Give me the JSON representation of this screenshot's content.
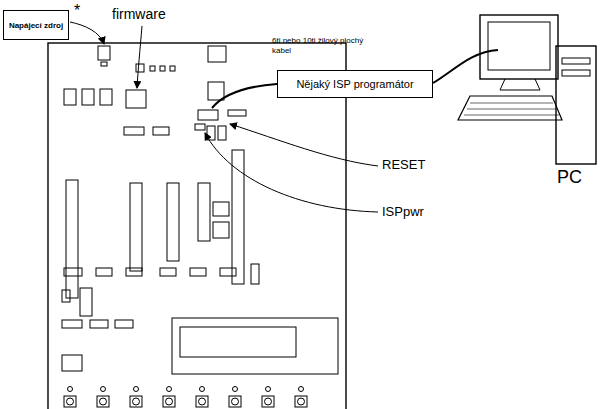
{
  "diagram": {
    "nodes": [
      {
        "text": [
          "Napájecí zdroj"
        ]
      },
      {
        "text": [
          "Nějaký ISP programátor"
        ]
      }
    ],
    "labels": [
      "*",
      "firmware",
      "6ti nebo 10ti žilový plochý kabel",
      "RESET",
      "ISPpwr",
      "PC"
    ]
  }
}
